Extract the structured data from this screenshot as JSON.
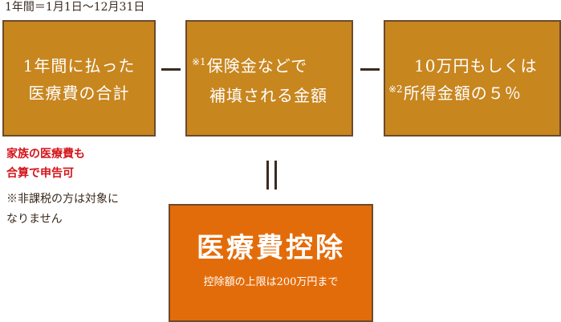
{
  "period_label": "1年間＝1月1日〜12月31日",
  "boxes": [
    {
      "lines": [
        "1年間に払った",
        "医療費の合計"
      ]
    },
    {
      "marker": "※1",
      "lines": [
        "保険金などで",
        "補填される金額"
      ]
    },
    {
      "marker": "※2",
      "lines": [
        "10万円もしくは",
        "所得金額の５％"
      ]
    }
  ],
  "operators": {
    "minus": "−",
    "equals": "＝"
  },
  "notes": {
    "family_lines": [
      "家族の医療費も",
      "合算で申告可"
    ],
    "nontax_lines": [
      "※非課税の方は対象に",
      "なりません"
    ]
  },
  "result": {
    "title": "医療費控除",
    "subtitle": "控除額の上限は200万円まで"
  },
  "colors": {
    "box_fill": "#c8861f",
    "result_fill": "#e36c0a",
    "border": "#6b4a2c",
    "note_red": "#d4141a"
  }
}
